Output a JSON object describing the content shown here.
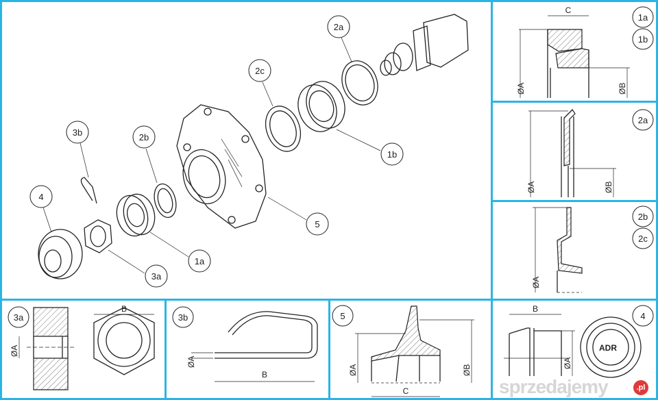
{
  "main_view": {
    "callouts": [
      "3b",
      "2b",
      "4",
      "2c",
      "2a",
      "1b",
      "5",
      "1a",
      "3a"
    ]
  },
  "detail_1": {
    "labels": [
      "1a",
      "1b"
    ],
    "dims": {
      "c": "C",
      "a": "ØA",
      "b": "ØB"
    }
  },
  "detail_2a": {
    "label": "2a",
    "dims": {
      "a": "ØA",
      "b": "ØB"
    }
  },
  "detail_2bc": {
    "labels": [
      "2b",
      "2c"
    ],
    "dims": {
      "a": "ØA"
    }
  },
  "detail_3a": {
    "label": "3a",
    "dims": {
      "a": "ØA",
      "b": "B"
    }
  },
  "detail_3b": {
    "label": "3b",
    "dims": {
      "a": "ØA",
      "b": "B"
    }
  },
  "detail_5": {
    "label": "5",
    "dims": {
      "a": "ØA",
      "b": "ØB",
      "c": "C"
    }
  },
  "detail_4": {
    "label": "4",
    "dims": {
      "a": "ØA",
      "b": "B"
    },
    "cap_text": "ADR"
  },
  "watermark": {
    "text": "sprzedajemy",
    "suffix": ".pl"
  },
  "colors": {
    "frame": "#2ab4e6"
  }
}
